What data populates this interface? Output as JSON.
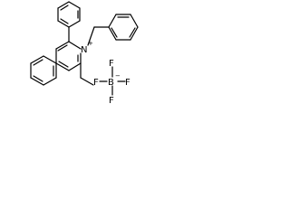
{
  "molecule": {
    "nitrogen_symbol": "N",
    "nitrogen_charge": "+",
    "fluorine_symbol": "F",
    "boron_symbol": "B",
    "boron_charge": "−"
  }
}
